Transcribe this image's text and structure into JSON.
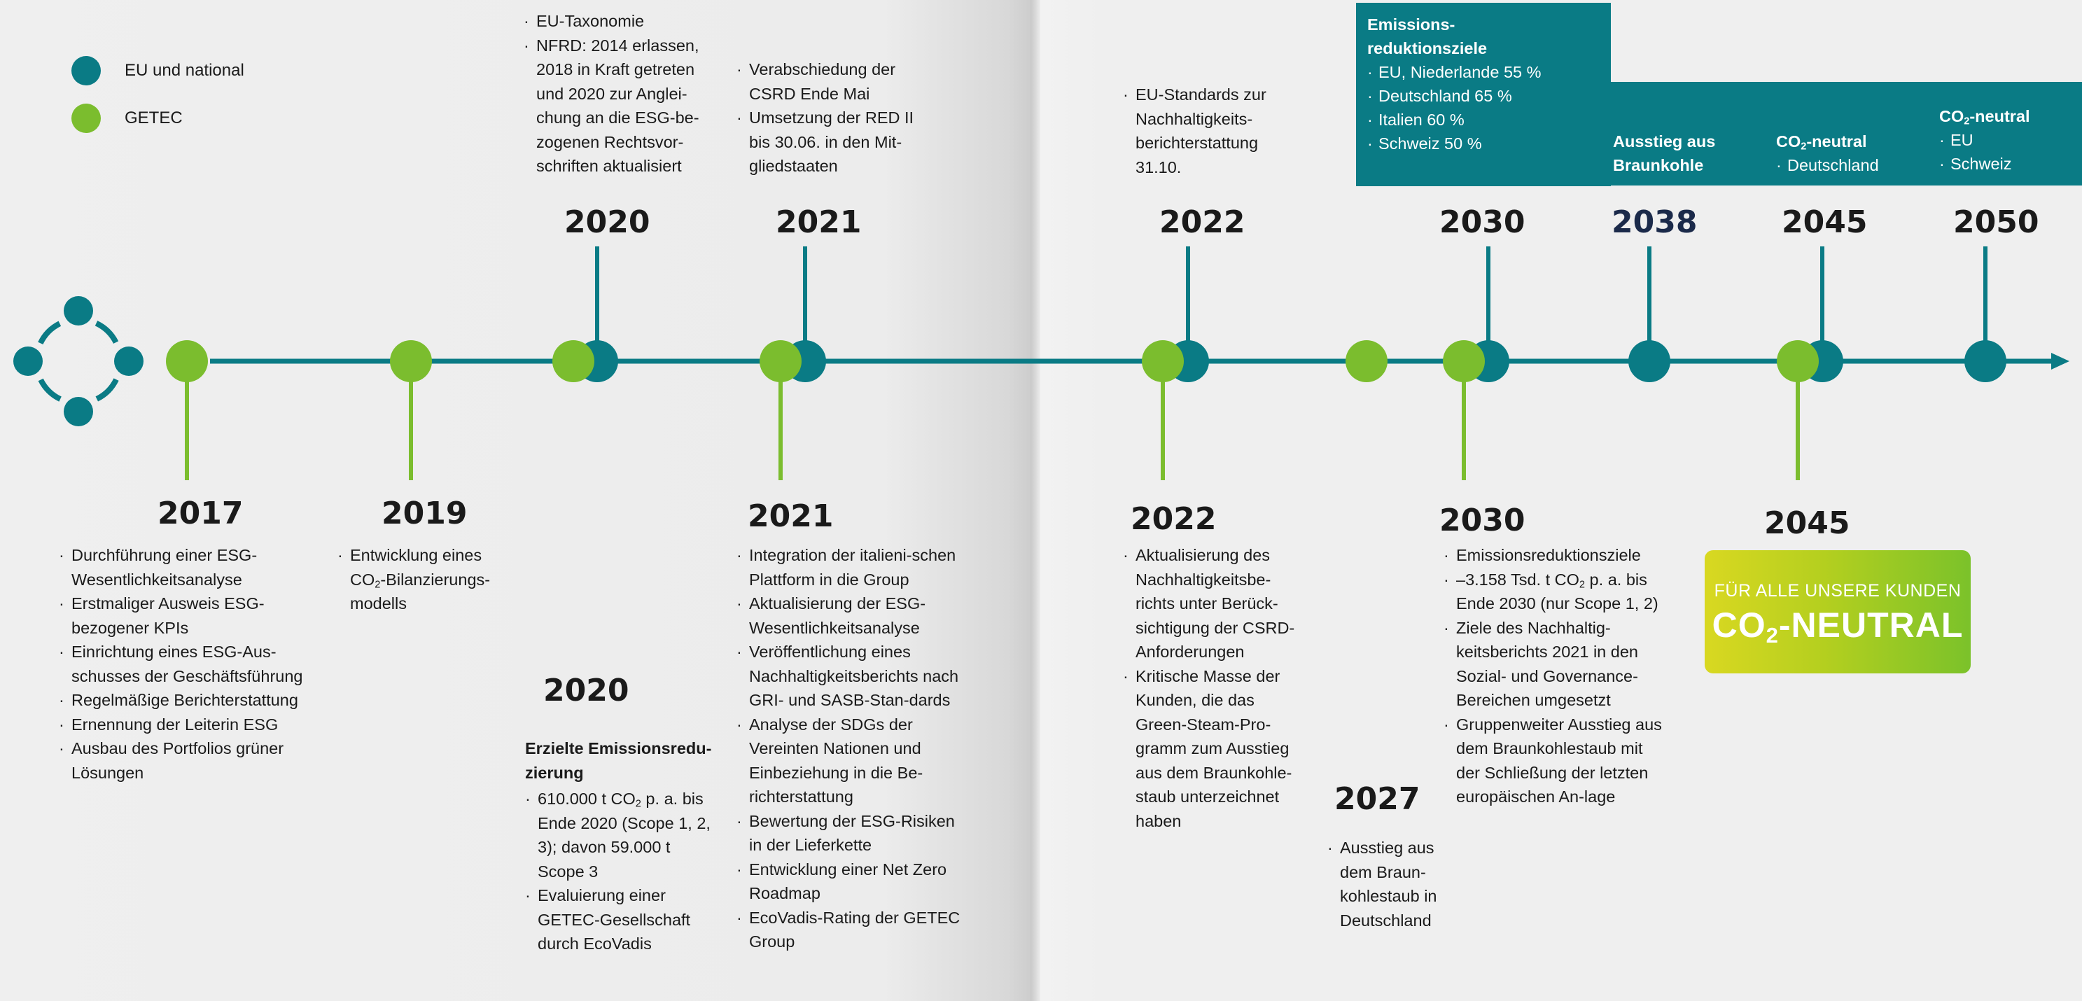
{
  "legend": [
    {
      "label": "EU und national",
      "color": "#0a7b85"
    },
    {
      "label": "GETEC",
      "color": "#7bbd2e"
    }
  ],
  "colors": {
    "teal": "#0a7b85",
    "green": "#7bbd2e",
    "yellow": "#dfe021"
  },
  "top_events": {
    "y2020": {
      "year": "2020",
      "items": [
        "EU-Taxonomie",
        "NFRD: 2014 erlassen, 2018 in Kraft getreten und 2020 zur Anglei-chung an die ESG-be-zogenen Rechtsvor-schriften aktualisiert"
      ]
    },
    "y2021": {
      "year": "2021",
      "items": [
        "Verabschiedung der CSRD Ende Mai",
        "Umsetzung der RED II bis 30.06. in den Mit-gliedstaaten"
      ]
    },
    "y2022": {
      "year": "2022",
      "items": [
        "EU-Standards zur Nachhaltigkeits-berichterstattung 31.10."
      ]
    },
    "y2030": {
      "year": "2030",
      "box_title": "Emissions-reduktionsziele",
      "items": [
        "EU, Niederlande 55 %",
        "Deutschland 65 %",
        "Italien 60 %",
        "Schweiz 50 %"
      ]
    },
    "y2038": {
      "year": "2038",
      "box_title": "Ausstieg aus Braunkohle"
    },
    "y2045": {
      "year": "2045",
      "box_title_pre": "CO",
      "box_title_sub": "2",
      "box_title_post": "-neutral",
      "items": [
        "Deutschland"
      ]
    },
    "y2050": {
      "year": "2050",
      "box_title_pre": "CO",
      "box_title_sub": "2",
      "box_title_post": "-neutral",
      "items": [
        "EU",
        "Schweiz"
      ]
    }
  },
  "bottom_events": {
    "y2017": {
      "year": "2017",
      "items": [
        "Durchführung einer ESG-Wesentlichkeitsanalyse",
        "Erstmaliger Ausweis ESG-bezogener KPIs",
        "Einrichtung eines ESG-Aus-schusses der Geschäftsführung",
        "Regelmäßige Berichterstattung",
        "Ernennung der Leiterin ESG",
        "Ausbau des Portfolios grüner Lösungen"
      ]
    },
    "y2019": {
      "year": "2019",
      "item_pre": "Entwicklung eines CO",
      "item_sub": "2",
      "item_post": "-Bilanzierungs-modells"
    },
    "y2020": {
      "year": "2020",
      "heading": "Erzielte Emissionsredu-zierung",
      "item1_pre": "610.000 t CO",
      "item1_sub": "2",
      "item1_post": " p. a. bis Ende 2020 (Scope 1, 2, 3); davon 59.000 t Scope 3",
      "item2": "Evaluierung einer GETEC-Gesellschaft durch EcoVadis"
    },
    "y2021": {
      "year": "2021",
      "items": [
        "Integration der italieni-schen Plattform in die Group",
        "Aktualisierung der ESG-Wesentlichkeitsanalyse",
        "Veröffentlichung eines Nachhaltigkeitsberichts nach GRI- und SASB-Stan-dards",
        "Analyse der SDGs der Vereinten Nationen und Einbeziehung in die Be-richterstattung",
        "Bewertung der ESG-Risiken in der Lieferkette",
        "Entwicklung einer Net Zero Roadmap",
        "EcoVadis-Rating der GETEC Group"
      ]
    },
    "y2022": {
      "year": "2022",
      "items": [
        "Aktualisierung des Nachhaltigkeitsbe-richts unter Berück-sichtigung der CSRD-Anforderungen",
        "Kritische Masse der Kunden, die das Green-Steam-Pro-gramm zum Ausstieg aus dem Braunkohle-staub unterzeichnet haben"
      ]
    },
    "y2027": {
      "year": "2027",
      "items": [
        "Ausstieg aus dem Braun-kohlestaub in Deutschland"
      ]
    },
    "y2030": {
      "year": "2030",
      "item1": "Emissionsreduktionsziele",
      "item2_pre": "–3.158 Tsd. t CO",
      "item2_sub": "2",
      "item2_post": " p. a. bis Ende 2030 (nur Scope 1, 2)",
      "item3": "Ziele des Nachhaltig-keitsberichts 2021 in den Sozial- und Governance-Bereichen umgesetzt",
      "item4": "Gruppenweiter Ausstieg aus dem Braunkohlestaub mit der Schließung der letzten europäischen An-lage"
    },
    "y2045": {
      "year": "2045",
      "badge_top": "FÜR ALLE UNSERE KUNDEN",
      "badge_pre": "CO",
      "badge_sub": "2",
      "badge_post": "-NEUTRAL"
    }
  }
}
